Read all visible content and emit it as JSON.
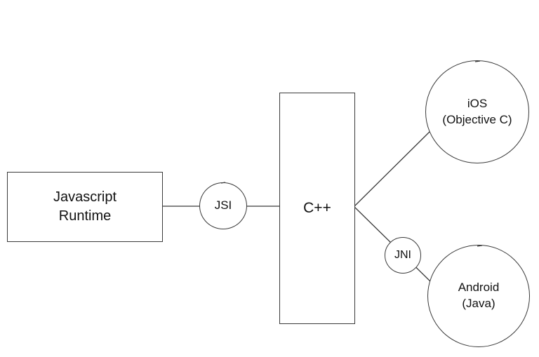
{
  "diagram": {
    "colors": {
      "background": "#ffffff",
      "stroke": "#3a3a3a",
      "text": "#111111"
    },
    "nodes": {
      "js_runtime": {
        "shape": "rectangle",
        "label": "Javascript\nRuntime"
      },
      "jsi": {
        "shape": "circle",
        "label": "JSI"
      },
      "cpp": {
        "shape": "rectangle",
        "label": "C++"
      },
      "ios": {
        "shape": "circle",
        "label": "iOS\n(Objective C)"
      },
      "jni": {
        "shape": "circle",
        "label": "JNI"
      },
      "android": {
        "shape": "circle",
        "label": "Android\n(Java)"
      }
    },
    "edges": [
      {
        "from": "js_runtime",
        "to": "jsi"
      },
      {
        "from": "jsi",
        "to": "cpp"
      },
      {
        "from": "cpp",
        "to": "ios"
      },
      {
        "from": "cpp",
        "to": "android",
        "via": "jni"
      }
    ]
  }
}
